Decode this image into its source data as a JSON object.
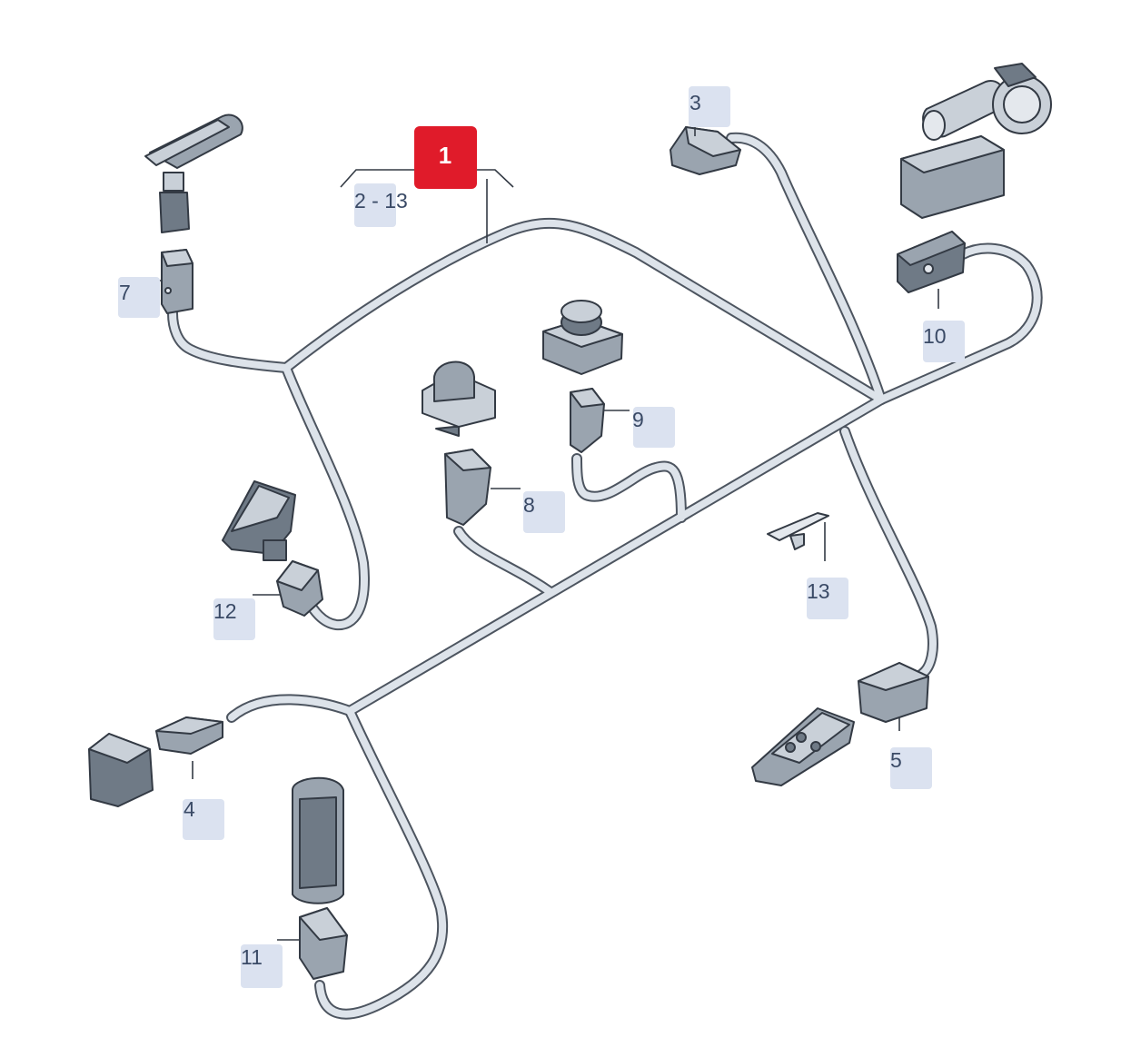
{
  "diagram": {
    "main_label": "1",
    "range_label": "2 - 13",
    "callouts": {
      "c3": "3",
      "c4": "4",
      "c5": "5",
      "c7": "7",
      "c8": "8",
      "c9": "9",
      "c10": "10",
      "c11": "11",
      "c12": "12",
      "c13": "13"
    }
  },
  "colors": {
    "main_badge": "#e01b2a",
    "callout_bg": "#dbe2f0",
    "wire": "#dde3ea"
  }
}
